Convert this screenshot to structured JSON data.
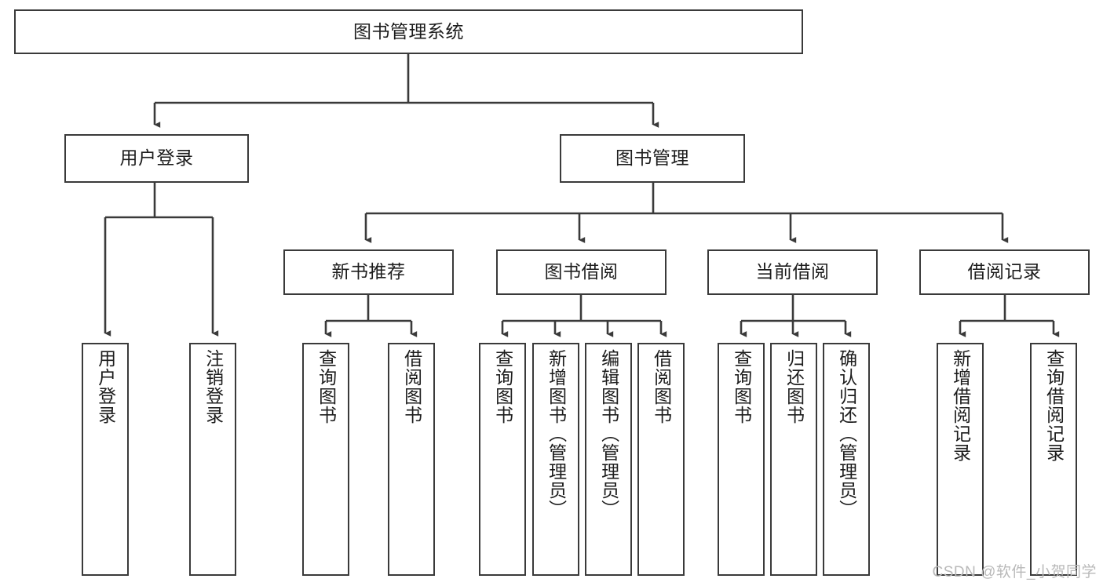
{
  "diagram": {
    "type": "tree-hierarchy-chart",
    "title_node": {
      "label": "图书管理系统"
    },
    "level2": [
      {
        "id": "user-login",
        "label": "用户登录"
      },
      {
        "id": "book-management",
        "label": "图书管理"
      }
    ],
    "level3": [
      {
        "id": "new-book-recommend",
        "label": "新书推荐",
        "parent": "book-management"
      },
      {
        "id": "book-borrow",
        "label": "图书借阅",
        "parent": "book-management"
      },
      {
        "id": "current-borrow",
        "label": "当前借阅",
        "parent": "book-management"
      },
      {
        "id": "borrow-record",
        "label": "借阅记录",
        "parent": "book-management"
      }
    ],
    "leaves": [
      {
        "id": "leaf-user-login",
        "label": "用户登录",
        "parent": "user-login"
      },
      {
        "id": "leaf-logout-login",
        "label": "注销登录",
        "parent": "user-login"
      },
      {
        "id": "leaf-query-book-1",
        "label": "查询图书",
        "parent": "new-book-recommend"
      },
      {
        "id": "leaf-borrow-book-1",
        "label": "借阅图书",
        "parent": "new-book-recommend"
      },
      {
        "id": "leaf-query-book-2",
        "label": "查询图书",
        "parent": "book-borrow"
      },
      {
        "id": "leaf-add-book-admin",
        "label": "新增图书（管理员）",
        "parent": "book-borrow"
      },
      {
        "id": "leaf-edit-book-admin",
        "label": "编辑图书（管理员）",
        "parent": "book-borrow"
      },
      {
        "id": "leaf-borrow-book-2",
        "label": "借阅图书",
        "parent": "book-borrow"
      },
      {
        "id": "leaf-query-book-3",
        "label": "查询图书",
        "parent": "current-borrow"
      },
      {
        "id": "leaf-return-book",
        "label": "归还图书",
        "parent": "current-borrow"
      },
      {
        "id": "leaf-confirm-return-admin",
        "label": "确认归还（管理员）",
        "parent": "current-borrow"
      },
      {
        "id": "leaf-add-borrow-record",
        "label": "新增借阅记录",
        "parent": "borrow-record"
      },
      {
        "id": "leaf-query-borrow-record",
        "label": "查询借阅记录",
        "parent": "borrow-record"
      }
    ],
    "watermark": "CSDN @软件_小贺同学",
    "colors": {
      "stroke": "#3a3a3a",
      "background": "#ffffff",
      "text": "#1d1d1d",
      "watermark": "#b9b9b9"
    }
  }
}
